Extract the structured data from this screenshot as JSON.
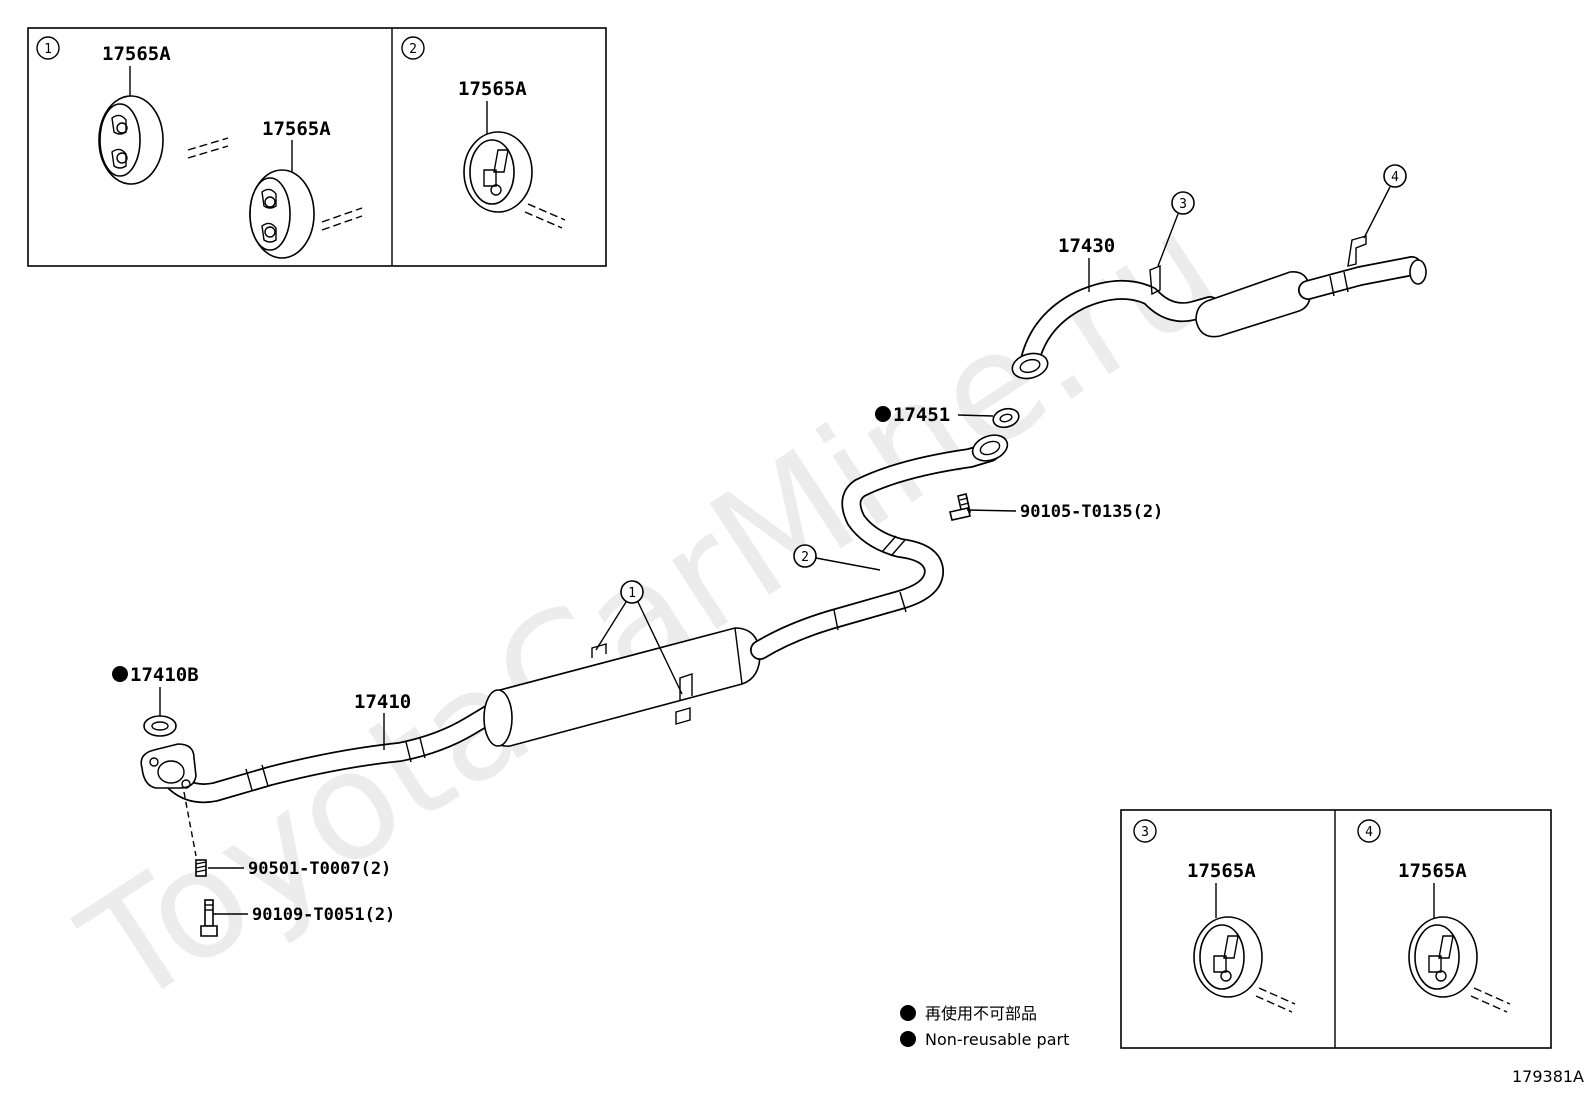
{
  "watermark": "ToyotaCarMine.ru",
  "detail_boxes": [
    {
      "id": "1",
      "labels": [
        "17565A",
        "17565A"
      ]
    },
    {
      "id": "2",
      "labels": [
        "17565A"
      ]
    },
    {
      "id": "3",
      "labels": [
        "17565A"
      ]
    },
    {
      "id": "4",
      "labels": [
        "17565A"
      ]
    }
  ],
  "callouts": {
    "c1": "1",
    "c2": "2",
    "c3": "3",
    "c4": "4"
  },
  "parts": {
    "p17430": "17430",
    "p17451": "17451",
    "p90105": "90105-T0135(2)",
    "p17410B": "17410B",
    "p17410": "17410",
    "p90501": "90501-T0007(2)",
    "p90109": "90109-T0051(2)"
  },
  "legend": {
    "jp": "再使用不可部品",
    "en": "Non-reusable part"
  },
  "diagram_code": "179381A"
}
